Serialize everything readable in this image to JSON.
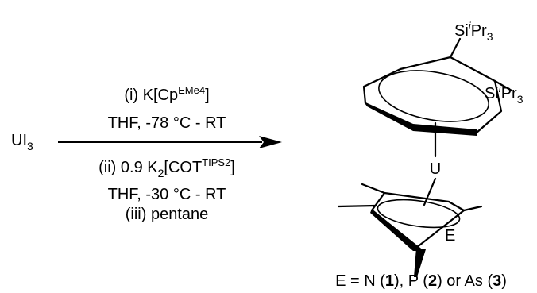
{
  "scheme": {
    "reactant": {
      "main": "UI",
      "sub": "3"
    },
    "arrow": {
      "above": {
        "line1": {
          "prefix": "(i) K[Cp",
          "sup": "EMe4",
          "suffix": "]"
        },
        "line2": "THF, -78 °C - RT"
      },
      "below": {
        "line1": {
          "prefix": "(ii) 0.9 K",
          "sub": "2",
          "mid": "[COT",
          "sup": "TIPS2",
          "suffix": "]"
        },
        "line2": "THF, -30 °C - RT",
        "line3": "(iii) pentane"
      }
    },
    "product": {
      "metal": "U",
      "heteroatom": "E",
      "silyl_top": {
        "si": "Si",
        "sup": "i",
        "pr": "Pr",
        "sub": "3"
      },
      "silyl_side": {
        "si": "Si",
        "sup": "i",
        "pr": "Pr",
        "sub": "3"
      }
    },
    "caption": {
      "lead": "E = N (",
      "n1": "1",
      "sep1": "), P (",
      "n2": "2",
      "sep2": ") or As (",
      "n3": "3",
      "tail": ")"
    }
  }
}
